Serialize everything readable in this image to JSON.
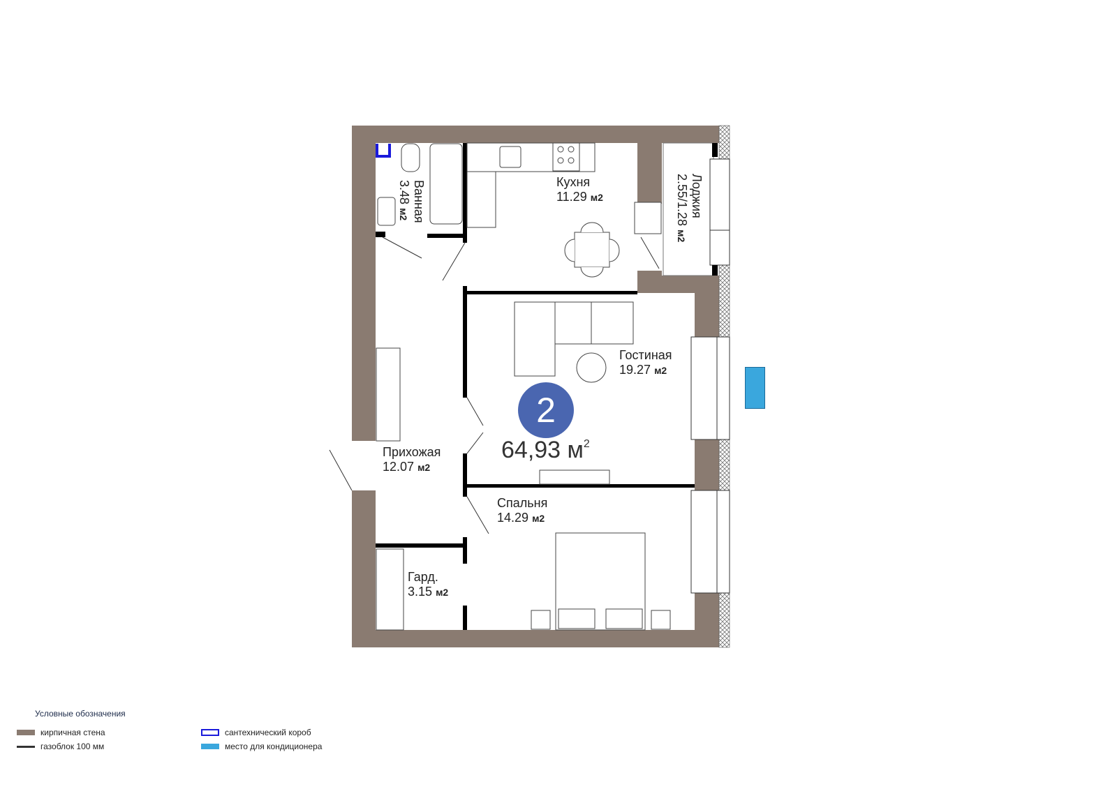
{
  "colors": {
    "brick": "#8a7b71",
    "gasblock": "#000000",
    "plumbing": "#1a1adb",
    "ac": "#3aa7dd",
    "badge": "#4a66b0"
  },
  "apartment": {
    "rooms_count": "2",
    "total_area": "64,93 м",
    "area_sup": "2"
  },
  "rooms": [
    {
      "name": "Ванная",
      "area": "3.48",
      "unit": "м2"
    },
    {
      "name": "Кухня",
      "area": "11.29",
      "unit": "м2"
    },
    {
      "name": "Лоджия",
      "area": "2.55/1.28",
      "unit": "м2"
    },
    {
      "name": "Гостиная",
      "area": "19.27",
      "unit": "м2"
    },
    {
      "name": "Прихожая",
      "area": "12.07",
      "unit": "м2"
    },
    {
      "name": "Спальня",
      "area": "14.29",
      "unit": "м2"
    },
    {
      "name": "Гард.",
      "area": "3.15",
      "unit": "м2"
    }
  ],
  "legend": {
    "title": "Условные обозначения",
    "items": [
      {
        "label": "кирпичная стена"
      },
      {
        "label": "газоблок 100 мм"
      },
      {
        "label": "сантехнический короб"
      },
      {
        "label": "место для кондиционера"
      }
    ]
  }
}
